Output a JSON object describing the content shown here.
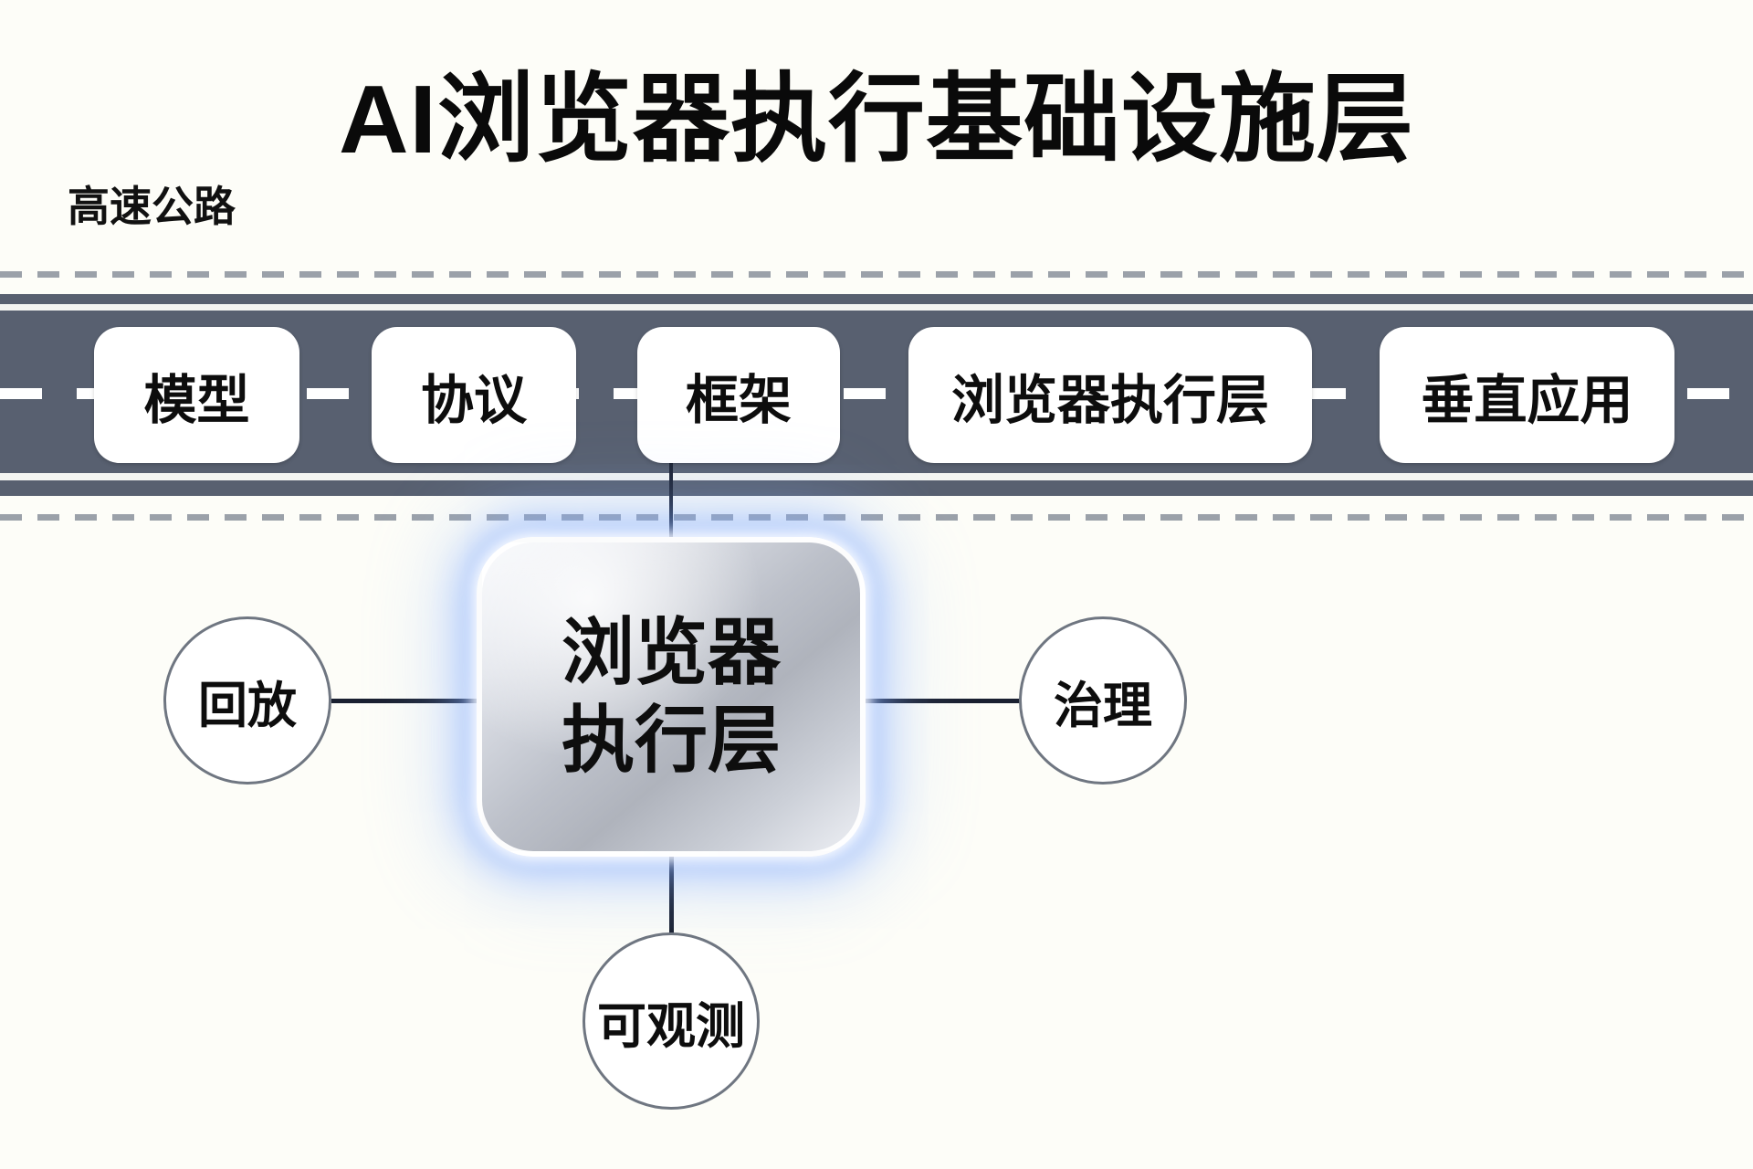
{
  "title": "AI浏览器执行基础设施层",
  "highway": {
    "label": "高速公路"
  },
  "road": {
    "boxes": [
      {
        "label": "模型"
      },
      {
        "label": "协议"
      },
      {
        "label": "框架"
      },
      {
        "label": "浏览器执行层"
      },
      {
        "label": "垂直应用"
      }
    ]
  },
  "hub": {
    "line1": "浏览器",
    "line2": "执行层"
  },
  "nodes": {
    "replay": {
      "label": "回放"
    },
    "governance": {
      "label": "治理"
    },
    "observability": {
      "label": "可观测"
    }
  },
  "colors": {
    "background": "#fdfdf8",
    "road": "#586070",
    "guide_dash": "#9ba1a9",
    "road_stripe": "#f4f5f2",
    "lane_dash": "#ffffff",
    "connector": "#1a2030",
    "hub_glow": "#7aa6ff",
    "text": "#0d0d0d"
  }
}
